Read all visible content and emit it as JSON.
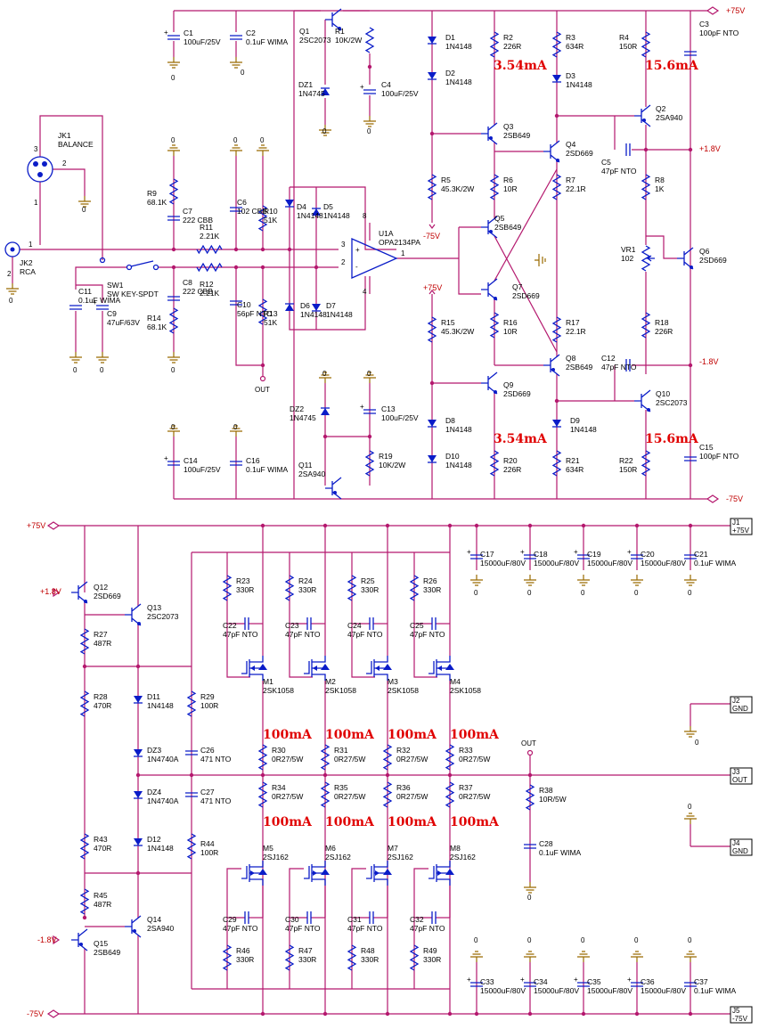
{
  "rails": {
    "plus75": "+75V",
    "minus75": "-75V",
    "plus1v8": "+1.8V",
    "minus1v8": "-1.8V",
    "out": "OUT",
    "gnd0": "0"
  },
  "connectors": {
    "jk1": [
      "JK1",
      "BALANCE"
    ],
    "jk2": [
      "JK2",
      "RCA"
    ],
    "j1": [
      "J1",
      "+75V"
    ],
    "j2": [
      "J2",
      "GND"
    ],
    "j3": [
      "J3",
      "OUT"
    ],
    "j4": [
      "J4",
      "GND"
    ],
    "j5": [
      "J5",
      "-75V"
    ]
  },
  "opamp": [
    "U1A",
    "OPA2134PA"
  ],
  "switch": [
    "SW1",
    "SW KEY-SPDT"
  ],
  "currents": {
    "stage_upper": "3.54mA",
    "driver_upper": "15.6mA",
    "stage_lower": "3.54mA",
    "driver_lower": "15.6mA",
    "output": "100mA"
  },
  "front_end": {
    "C1": [
      "C1",
      "100uF/25V"
    ],
    "C2": [
      "C2",
      "0.1uF WIMA"
    ],
    "Q1": [
      "Q1",
      "2SC2073"
    ],
    "R1": [
      "R1",
      "10K/2W"
    ],
    "DZ1": [
      "DZ1",
      "1N4745"
    ],
    "C4": [
      "C4",
      "100uF/25V"
    ],
    "R9": [
      "R9",
      "68.1K"
    ],
    "C7": [
      "C7",
      "222 CBB"
    ],
    "C6": [
      "C6",
      "102 CBB"
    ],
    "R10": [
      "R10",
      "51K"
    ],
    "R11": [
      "R11",
      "2.21K"
    ],
    "R12": [
      "R12",
      "2.21K"
    ],
    "C8": [
      "C8",
      "222 CBB"
    ],
    "R14": [
      "R14",
      "68.1K"
    ],
    "C10": [
      "C10",
      "56pF NTO"
    ],
    "R13": [
      "R13",
      "51K"
    ],
    "C11": [
      "C11",
      "0.1uF WIMA"
    ],
    "C9": [
      "C9",
      "47uF/63V"
    ],
    "D4": [
      "D4",
      "1N4148"
    ],
    "D5": [
      "D5",
      "1N4148"
    ],
    "D6": [
      "D6",
      "1N4148"
    ],
    "D7": [
      "D7",
      "1N4148"
    ],
    "DZ2": [
      "DZ2",
      "1N4745"
    ],
    "C13": [
      "C13",
      "100uF/25V"
    ],
    "R19": [
      "R19",
      "10K/2W"
    ],
    "Q11": [
      "Q11",
      "2SA940"
    ],
    "C14": [
      "C14",
      "100uF/25V"
    ],
    "C16": [
      "C16",
      "0.1uF WIMA"
    ]
  },
  "vas": {
    "D1": [
      "D1",
      "1N4148"
    ],
    "D2": [
      "D2",
      "1N4148"
    ],
    "R2": [
      "R2",
      "226R"
    ],
    "R3": [
      "R3",
      "634R"
    ],
    "D3": [
      "D3",
      "1N4148"
    ],
    "R4": [
      "R4",
      "150R"
    ],
    "C3": [
      "C3",
      "100pF NTO"
    ],
    "Q2": [
      "Q2",
      "2SA940"
    ],
    "Q3": [
      "Q3",
      "2SB649"
    ],
    "Q4": [
      "Q4",
      "2SD669"
    ],
    "C5": [
      "C5",
      "47pF NTO"
    ],
    "R5": [
      "R5",
      "45.3K/2W"
    ],
    "R6": [
      "R6",
      "10R"
    ],
    "R7": [
      "R7",
      "22.1R"
    ],
    "R8": [
      "R8",
      "1K"
    ],
    "Q5": [
      "Q5",
      "2SB649"
    ],
    "Q7": [
      "Q7",
      "2SD669"
    ],
    "VR1": [
      "VR1",
      "102"
    ],
    "Q6": [
      "Q6",
      "2SD669"
    ],
    "R15": [
      "R15",
      "45.3K/2W"
    ],
    "R16": [
      "R16",
      "10R"
    ],
    "R17": [
      "R17",
      "22.1R"
    ],
    "R18": [
      "R18",
      "226R"
    ],
    "Q8": [
      "Q8",
      "2SB649"
    ],
    "C12": [
      "C12",
      "47pF NTO"
    ],
    "Q9": [
      "Q9",
      "2SD669"
    ],
    "Q10": [
      "Q10",
      "2SC2073"
    ],
    "D8": [
      "D8",
      "1N4148"
    ],
    "D9": [
      "D9",
      "1N4148"
    ],
    "D10": [
      "D10",
      "1N4148"
    ],
    "R20": [
      "R20",
      "226R"
    ],
    "R21": [
      "R21",
      "634R"
    ],
    "R22": [
      "R22",
      "150R"
    ],
    "C15": [
      "C15",
      "100pF NTO"
    ]
  },
  "output_stage": {
    "Q12": [
      "Q12",
      "2SD669"
    ],
    "Q13": [
      "Q13",
      "2SC2073"
    ],
    "R27": [
      "R27",
      "487R"
    ],
    "R28": [
      "R28",
      "470R"
    ],
    "D11": [
      "D11",
      "1N4148"
    ],
    "DZ3": [
      "DZ3",
      "1N4740A"
    ],
    "DZ4": [
      "DZ4",
      "1N4740A"
    ],
    "D12": [
      "D12",
      "1N4148"
    ],
    "R29": [
      "R29",
      "100R"
    ],
    "C26": [
      "C26",
      "471 NTO"
    ],
    "C27": [
      "C27",
      "471 NTO"
    ],
    "R44": [
      "R44",
      "100R"
    ],
    "R43": [
      "R43",
      "470R"
    ],
    "R45": [
      "R45",
      "487R"
    ],
    "Q14": [
      "Q14",
      "2SA940"
    ],
    "Q15": [
      "Q15",
      "2SB649"
    ],
    "R23": [
      "R23",
      "330R"
    ],
    "R24": [
      "R24",
      "330R"
    ],
    "R25": [
      "R25",
      "330R"
    ],
    "R26": [
      "R26",
      "330R"
    ],
    "C22": [
      "C22",
      "47pF NTO"
    ],
    "C23": [
      "C23",
      "47pF NTO"
    ],
    "C24": [
      "C24",
      "47pF NTO"
    ],
    "C25": [
      "C25",
      "47pF NTO"
    ],
    "M1": [
      "M1",
      "2SK1058"
    ],
    "M2": [
      "M2",
      "2SK1058"
    ],
    "M3": [
      "M3",
      "2SK1058"
    ],
    "M4": [
      "M4",
      "2SK1058"
    ],
    "R30": [
      "R30",
      "0R27/5W"
    ],
    "R31": [
      "R31",
      "0R27/5W"
    ],
    "R32": [
      "R32",
      "0R27/5W"
    ],
    "R33": [
      "R33",
      "0R27/5W"
    ],
    "R34": [
      "R34",
      "0R27/5W"
    ],
    "R35": [
      "R35",
      "0R27/5W"
    ],
    "R36": [
      "R36",
      "0R27/5W"
    ],
    "R37": [
      "R37",
      "0R27/5W"
    ],
    "M5": [
      "M5",
      "2SJ162"
    ],
    "M6": [
      "M6",
      "2SJ162"
    ],
    "M7": [
      "M7",
      "2SJ162"
    ],
    "M8": [
      "M8",
      "2SJ162"
    ],
    "C29": [
      "C29",
      "47pF NTO"
    ],
    "C30": [
      "C30",
      "47pF NTO"
    ],
    "C31": [
      "C31",
      "47pF NTO"
    ],
    "C32": [
      "C32",
      "47pF NTO"
    ],
    "R46": [
      "R46",
      "330R"
    ],
    "R47": [
      "R47",
      "330R"
    ],
    "R48": [
      "R48",
      "330R"
    ],
    "R49": [
      "R49",
      "330R"
    ],
    "R38": [
      "R38",
      "10R/5W"
    ],
    "C28": [
      "C28",
      "0.1uF WIMA"
    ]
  },
  "supply_caps": {
    "C17": [
      "C17",
      "15000uF/80V"
    ],
    "C18": [
      "C18",
      "15000uF/80V"
    ],
    "C19": [
      "C19",
      "15000uF/80V"
    ],
    "C20": [
      "C20",
      "15000uF/80V"
    ],
    "C21": [
      "C21",
      "0.1uF WIMA"
    ],
    "C33": [
      "C33",
      "15000uF/80V"
    ],
    "C34": [
      "C34",
      "15000uF/80V"
    ],
    "C35": [
      "C35",
      "15000uF/80V"
    ],
    "C36": [
      "C36",
      "15000uF/80V"
    ],
    "C37": [
      "C37",
      "0.1uF WIMA"
    ]
  },
  "pins": {
    "p1": "1",
    "p2": "2",
    "p3": "3",
    "p4": "4",
    "p8": "8"
  }
}
